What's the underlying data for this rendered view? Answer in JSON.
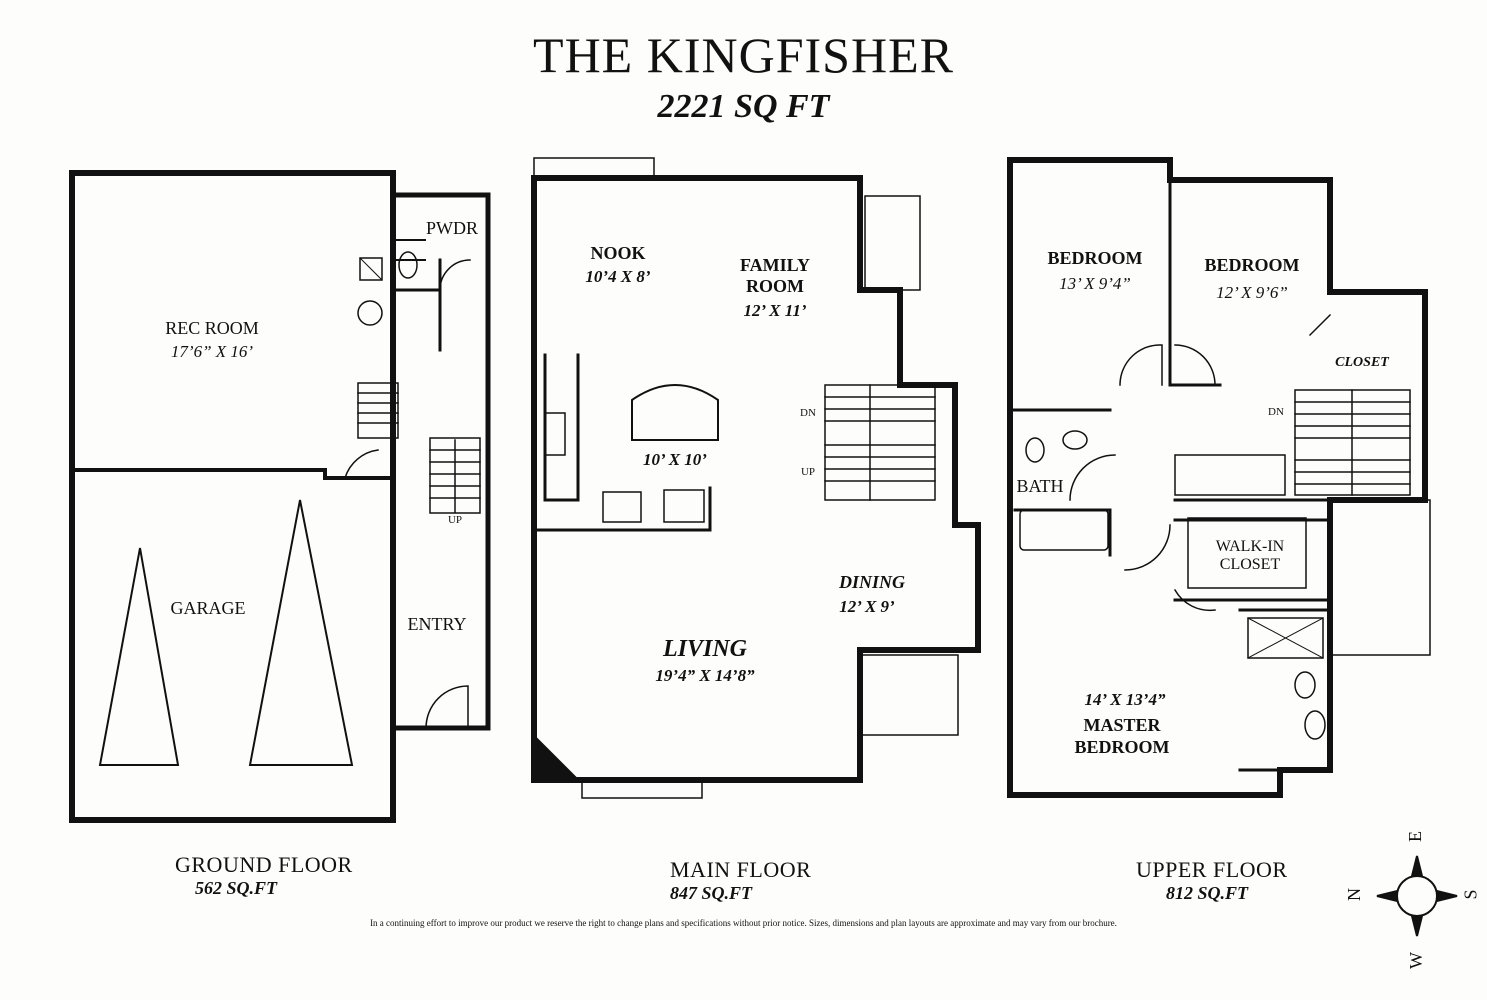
{
  "title": "THE KINGFISHER",
  "total_area": "2221 SQ FT",
  "floors": {
    "ground": {
      "name": "GROUND FLOOR",
      "area": "562 SQ.FT",
      "rooms": {
        "rec_room": {
          "name": "REC ROOM",
          "dim": "17’6” X 16’"
        },
        "pwdr": "PWDR",
        "garage": "GARAGE",
        "entry": "ENTRY",
        "stair_up": "UP"
      }
    },
    "main": {
      "name": "MAIN FLOOR",
      "area": "847 SQ.FT",
      "rooms": {
        "nook": {
          "name": "NOOK",
          "dim": "10’4 X 8’"
        },
        "family": {
          "name1": "FAMILY",
          "name2": "ROOM",
          "dim": "12’ X 11’"
        },
        "kitchen_dim": "10’ X 10’",
        "dining": {
          "name": "DINING",
          "dim": "12’ X 9’"
        },
        "living": {
          "name": "LIVING",
          "dim": "19’4” X 14’8”"
        },
        "stair_dn": "DN",
        "stair_up": "UP"
      }
    },
    "upper": {
      "name": "UPPER FLOOR",
      "area": "812 SQ.FT",
      "rooms": {
        "bedroom1": {
          "name": "BEDROOM",
          "dim": "13’ X 9’4”"
        },
        "bedroom2": {
          "name": "BEDROOM",
          "dim": "12’ X 9’6”"
        },
        "closet": "CLOSET",
        "bath": "BATH",
        "walkin1": "WALK-IN",
        "walkin2": "CLOSET",
        "master": {
          "dim": "14’ X 13’4”",
          "name1": "MASTER",
          "name2": "BEDROOM"
        },
        "stair_dn": "DN"
      }
    }
  },
  "disclaimer": "In a continuing effort to improve our product we reserve the right to change plans and specifications without prior notice. Sizes, dimensions and plan layouts are approximate and may vary from our brochure.",
  "compass": {
    "n": "N",
    "e": "E",
    "s": "S",
    "w": "W"
  }
}
